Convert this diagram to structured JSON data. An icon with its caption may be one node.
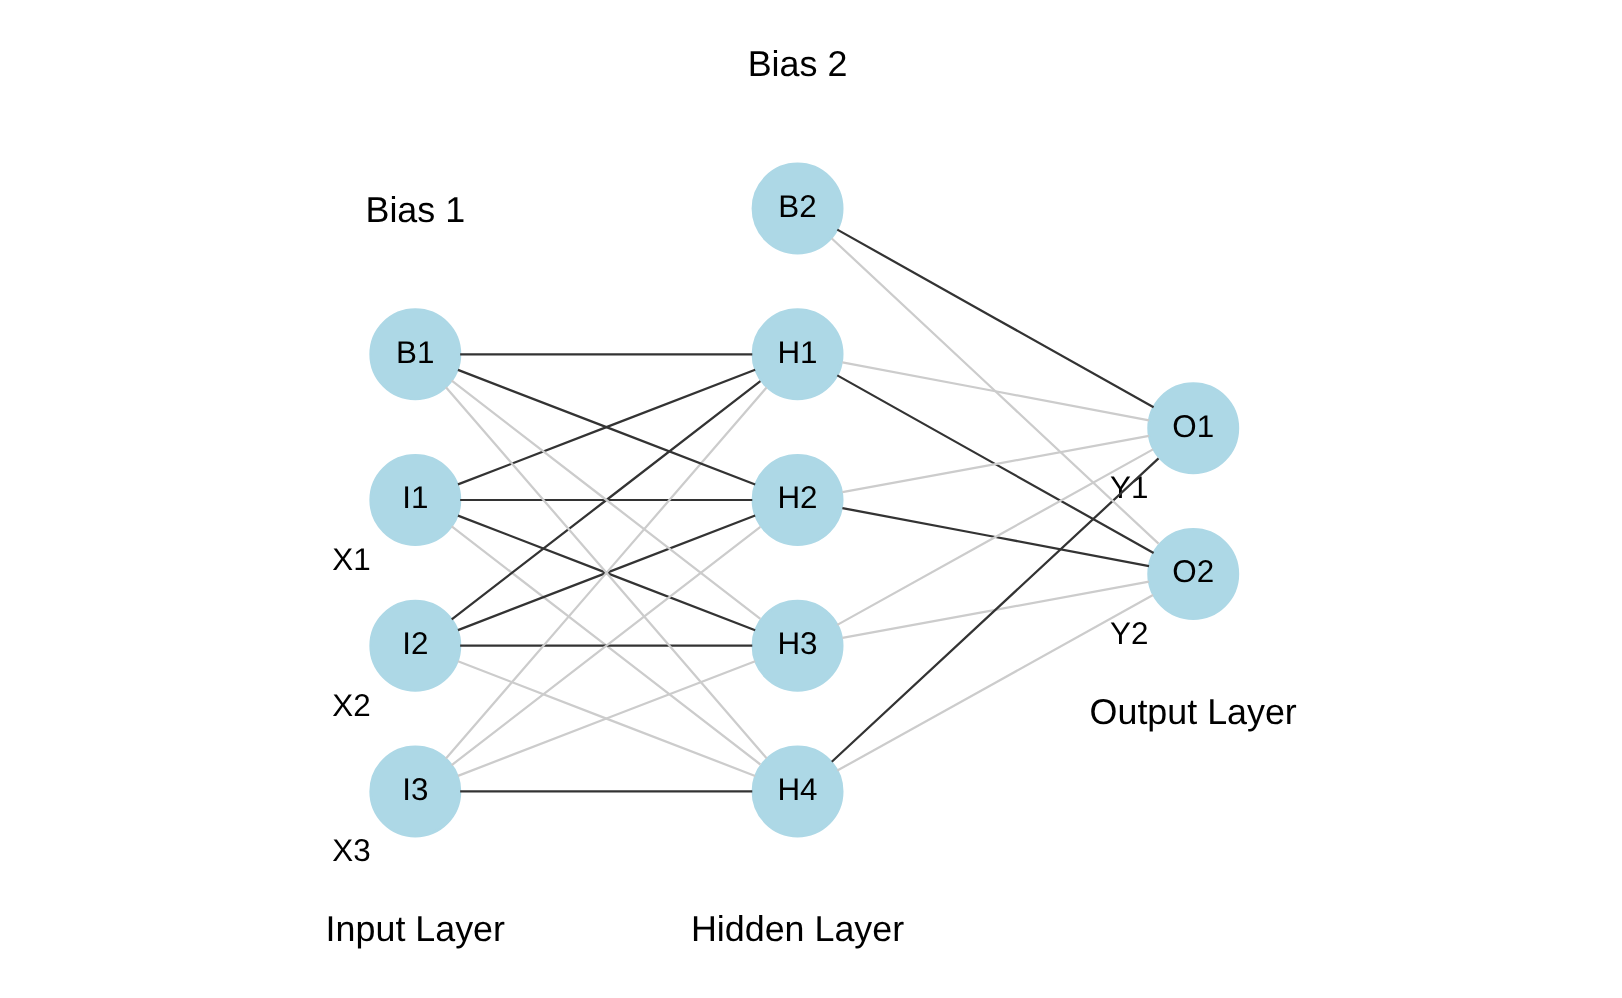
{
  "diagram": {
    "nodes": [
      {
        "text": [
          "I1"
        ],
        "beside": [
          "X1"
        ]
      },
      {
        "text": [
          "I2"
        ],
        "beside": [
          "X2"
        ]
      },
      {
        "text": [
          "I3"
        ],
        "beside": [
          "X3"
        ]
      },
      {
        "text": [
          "B1"
        ]
      },
      {
        "text": [
          "H1"
        ]
      },
      {
        "text": [
          "H2"
        ]
      },
      {
        "text": [
          "H3"
        ]
      },
      {
        "text": [
          "H4"
        ]
      },
      {
        "text": [
          "B2"
        ]
      },
      {
        "text": [
          "O1"
        ],
        "beside": [
          "Y1"
        ]
      },
      {
        "text": [
          "O2"
        ],
        "beside": [
          "Y2"
        ]
      }
    ],
    "edges": [
      {
        "from": 0,
        "to": 4,
        "arrow": "none"
      },
      {
        "from": 0,
        "to": 5,
        "arrow": "none"
      },
      {
        "from": 0,
        "to": 6,
        "arrow": "none"
      },
      {
        "from": 0,
        "to": 7,
        "arrow": "none",
        "color": "#cccccc"
      },
      {
        "from": 1,
        "to": 4,
        "arrow": "none"
      },
      {
        "from": 1,
        "to": 5,
        "arrow": "none"
      },
      {
        "from": 1,
        "to": 6,
        "arrow": "none"
      },
      {
        "from": 1,
        "to": 7,
        "arrow": "none",
        "color": "#cccccc"
      },
      {
        "from": 2,
        "to": 4,
        "arrow": "none",
        "color": "#cccccc"
      },
      {
        "from": 2,
        "to": 5,
        "arrow": "none",
        "color": "#cccccc"
      },
      {
        "from": 2,
        "to": 6,
        "arrow": "none",
        "color": "#cccccc"
      },
      {
        "from": 2,
        "to": 7,
        "arrow": "none"
      },
      {
        "from": 3,
        "to": 4,
        "arrow": "none"
      },
      {
        "from": 3,
        "to": 5,
        "arrow": "none"
      },
      {
        "from": 3,
        "to": 6,
        "arrow": "none",
        "color": "#cccccc"
      },
      {
        "from": 3,
        "to": 7,
        "arrow": "none",
        "color": "#cccccc"
      },
      {
        "from": 4,
        "to": 9,
        "arrow": "none",
        "color": "#cccccc"
      },
      {
        "from": 4,
        "to": 10,
        "arrow": "none"
      },
      {
        "from": 5,
        "to": 9,
        "arrow": "none",
        "color": "#cccccc"
      },
      {
        "from": 5,
        "to": 10,
        "arrow": "none"
      },
      {
        "from": 6,
        "to": 9,
        "arrow": "none",
        "color": "#cccccc"
      },
      {
        "from": 6,
        "to": 10,
        "arrow": "none",
        "color": "#cccccc"
      },
      {
        "from": 7,
        "to": 9,
        "arrow": "none"
      },
      {
        "from": 7,
        "to": 10,
        "arrow": "none",
        "color": "#cccccc"
      },
      {
        "from": 8,
        "to": 9,
        "arrow": "none"
      },
      {
        "from": 8,
        "to": 10,
        "arrow": "none",
        "color": "#cccccc"
      }
    ],
    "labels": [
      "Bias 1",
      "Bias 2",
      "Input Layer",
      "Hidden Layer",
      "Output Layer"
    ]
  }
}
